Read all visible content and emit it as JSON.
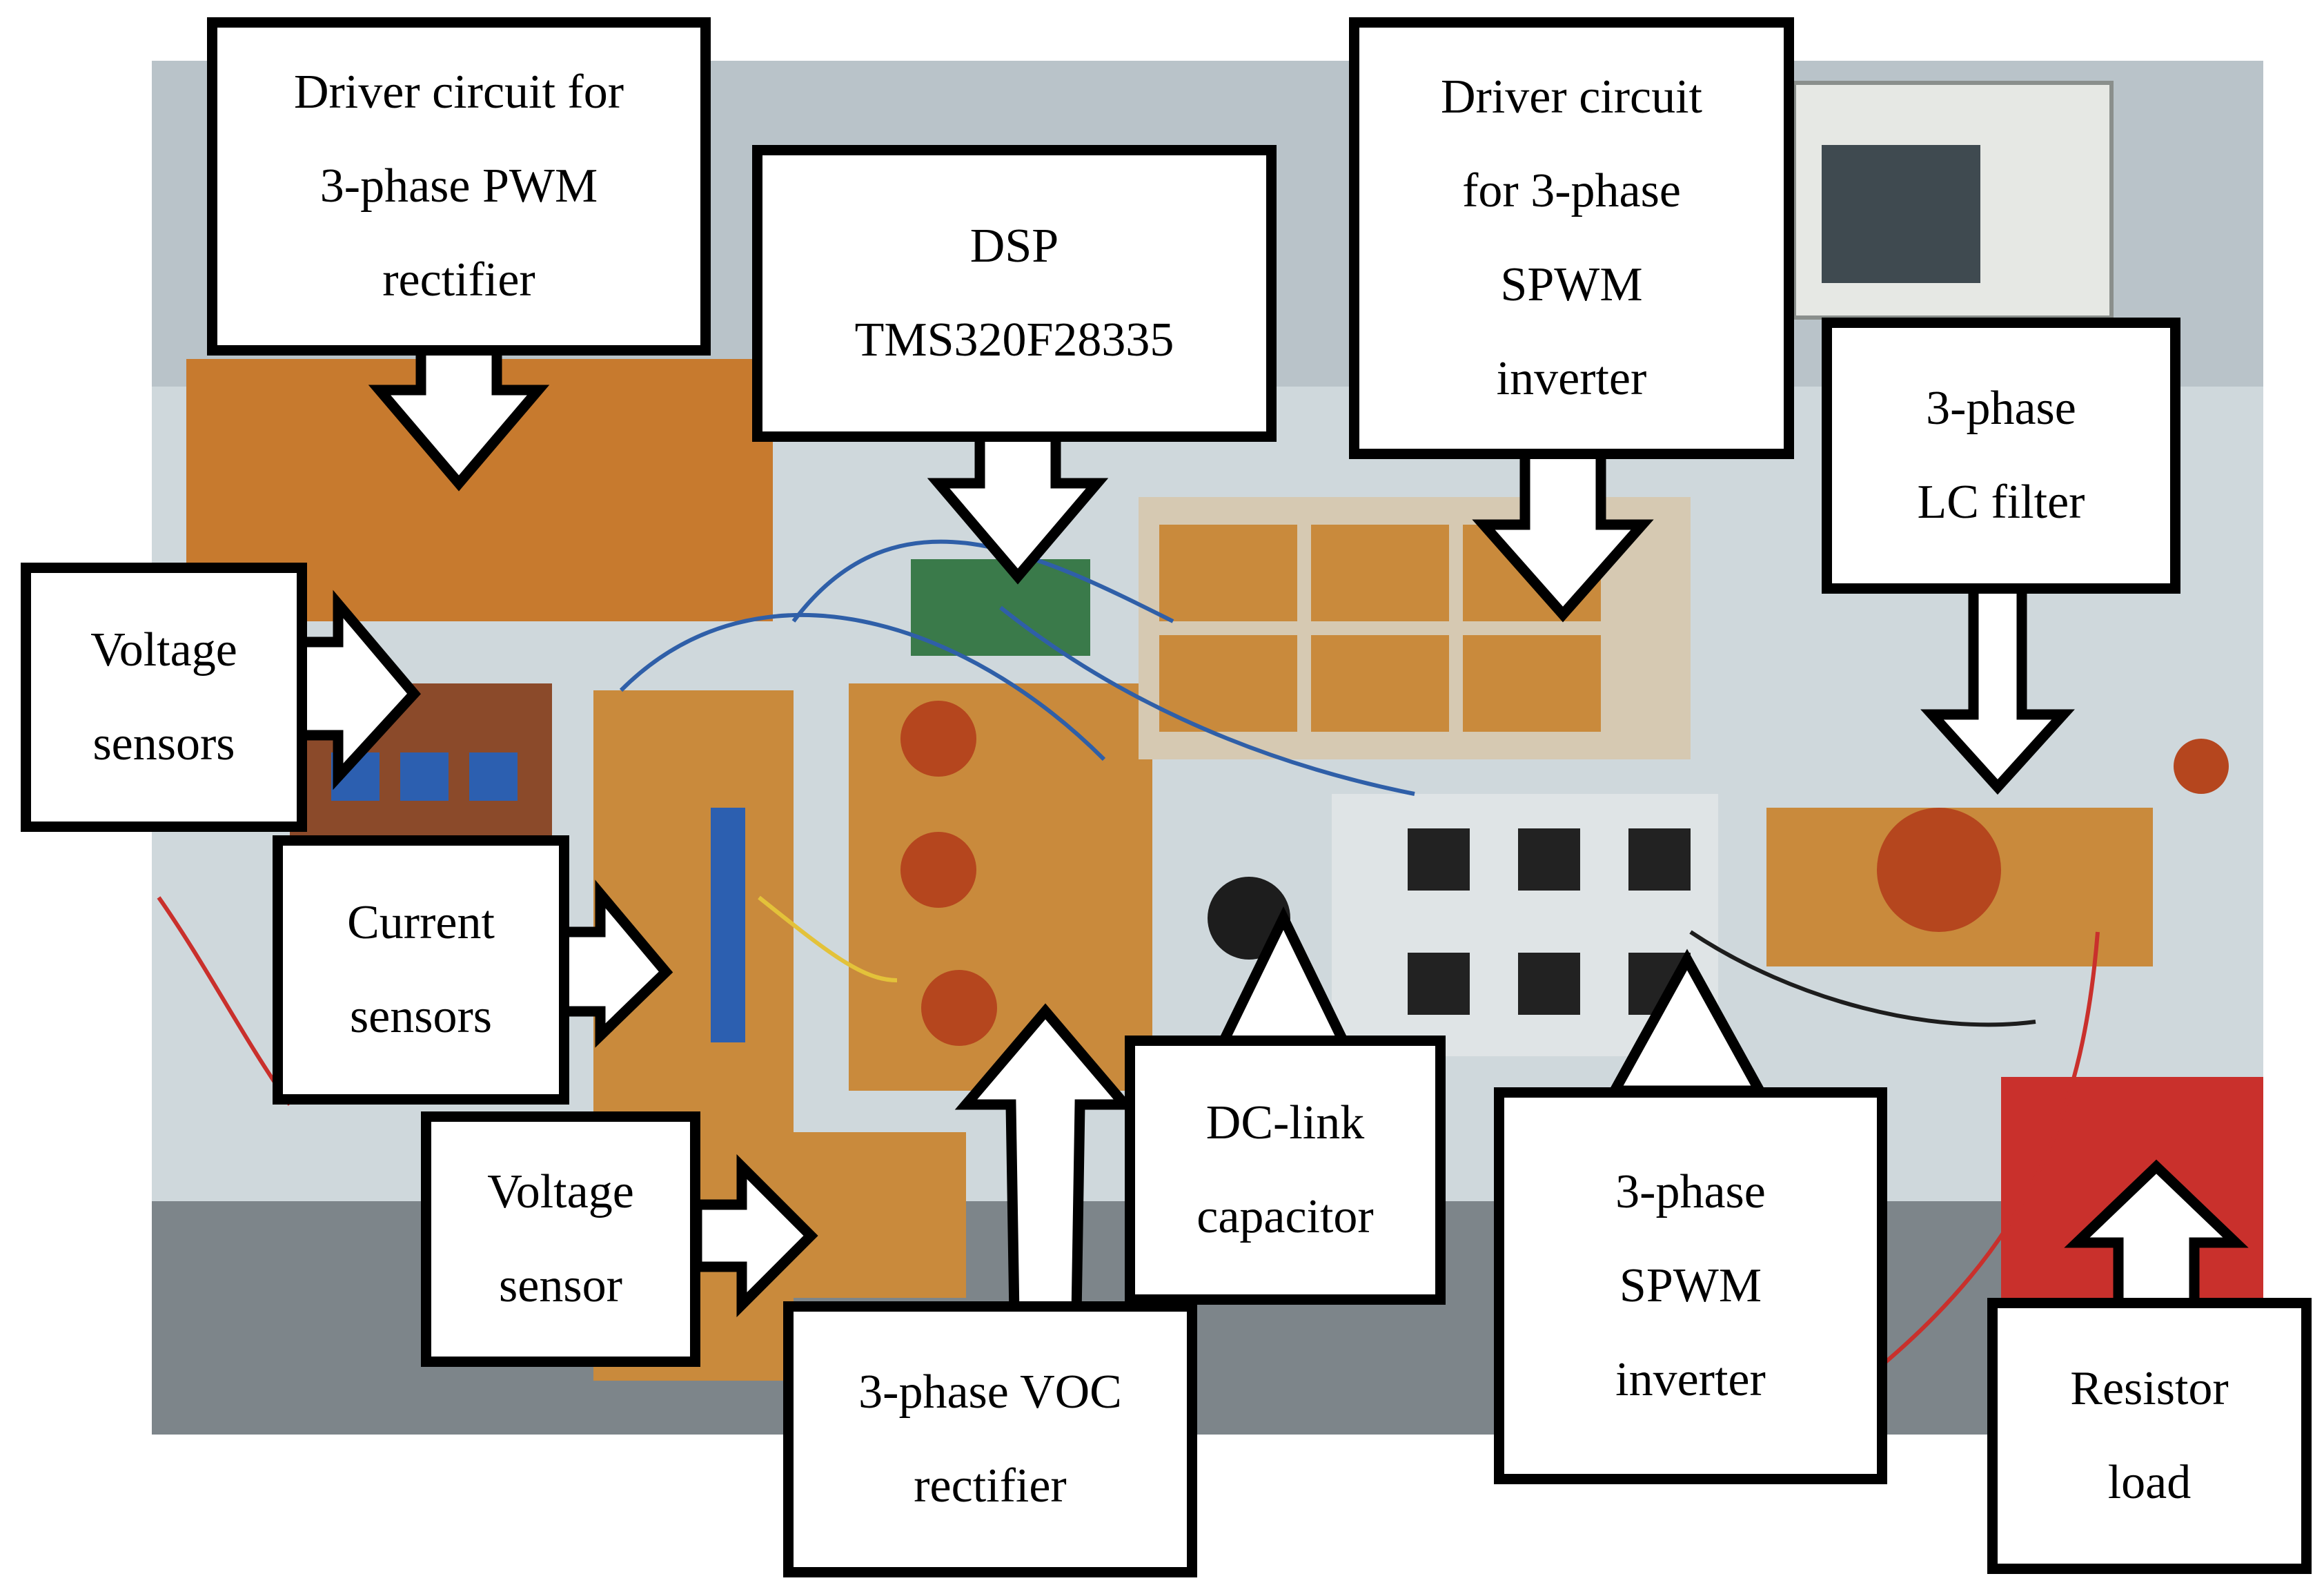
{
  "figure": {
    "photo_description_icon": "lab-test-bench-photo",
    "callouts": {
      "driver_pwm_rectifier": "Driver circuit for\n3-phase PWM\nrectifier",
      "dsp": "DSP\nTMS320F28335",
      "driver_spwm_inverter": "Driver circuit\nfor 3-phase\nSPWM\ninverter",
      "lc_filter": "3-phase\nLC filter",
      "voltage_sensors": "Voltage\nsensors",
      "current_sensors": "Current\nsensors",
      "voltage_sensor": "Voltage\nsensor",
      "voc_rectifier": "3-phase VOC\nrectifier",
      "dc_link_capacitor": "DC-link\ncapacitor",
      "spwm_inverter": "3-phase\nSPWM\ninverter",
      "resistor_load": "Resistor\nload"
    }
  }
}
